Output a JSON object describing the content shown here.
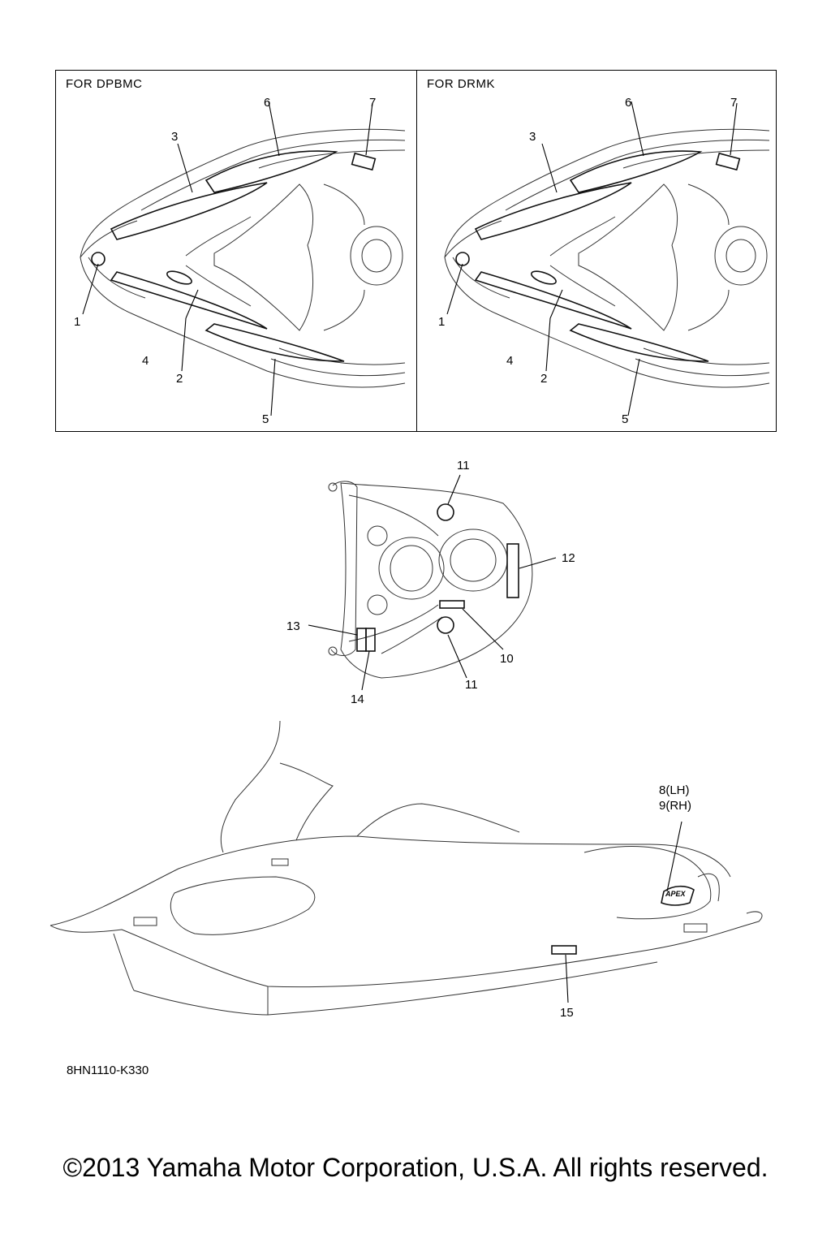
{
  "panels": [
    {
      "label": "FOR DPBMC"
    },
    {
      "label": "FOR DRMK"
    }
  ],
  "callouts": {
    "p1": [
      "1",
      "2",
      "3",
      "4",
      "5",
      "6",
      "7"
    ],
    "p2": [
      "1",
      "2",
      "3",
      "4",
      "5",
      "6",
      "7"
    ],
    "seat": [
      "10",
      "11",
      "11",
      "12",
      "13",
      "14"
    ],
    "side": [
      "8(LH)",
      "9(RH)",
      "15"
    ]
  },
  "decal_text": "APEX",
  "diagram_code": "8HN1110-K330",
  "copyright": "©2013 Yamaha Motor Corporation, U.S.A. All rights reserved."
}
